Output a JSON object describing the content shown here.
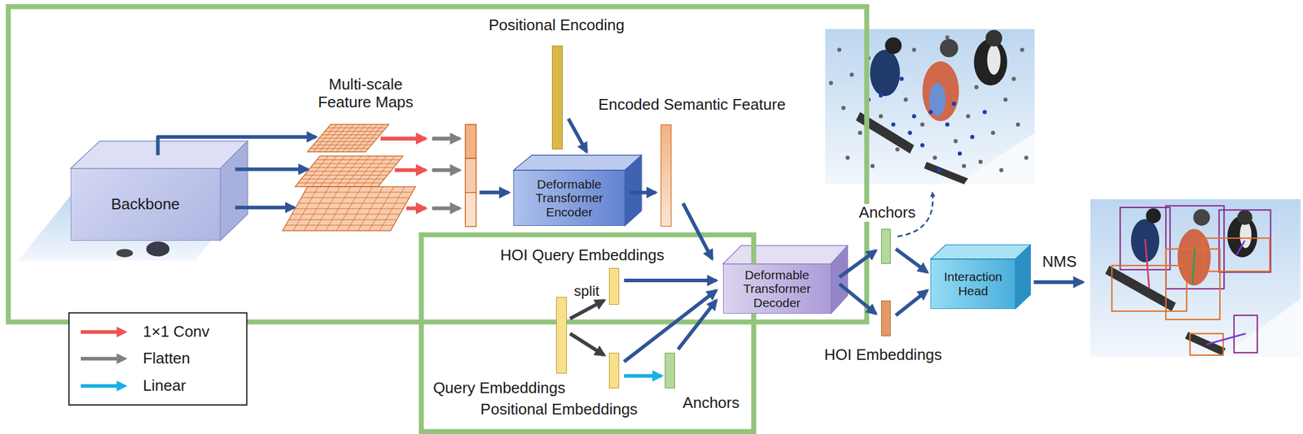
{
  "diagram": {
    "nodes": [
      {
        "text": [
          "Backbone"
        ]
      },
      {
        "text": [
          "Multi-scale Feature Maps"
        ]
      },
      {
        "text": [
          "Positional Encoding"
        ]
      },
      {
        "text": [
          "Deformable Transformer Encoder"
        ]
      },
      {
        "text": [
          "Encoded Semantic Feature"
        ]
      },
      {
        "text": [
          "HOI Query Embeddings"
        ]
      },
      {
        "text": [
          "Query Embeddings"
        ]
      },
      {
        "text": [
          "Positional Embeddings"
        ]
      },
      {
        "text": [
          "Anchors"
        ]
      },
      {
        "text": [
          "Deformable Transformer Decoder"
        ]
      },
      {
        "text": [
          "Anchors"
        ]
      },
      {
        "text": [
          "HOI Embeddings"
        ]
      },
      {
        "text": [
          "Interaction Head"
        ]
      }
    ],
    "edges": [
      {
        "from": 0,
        "to": 1,
        "arrow": "to"
      },
      {
        "from": 0,
        "to": 1,
        "arrow": "to"
      },
      {
        "from": 0,
        "to": 1,
        "arrow": "to"
      },
      {
        "from": 2,
        "to": 3,
        "arrow": "to"
      },
      {
        "from": 3,
        "to": 4,
        "arrow": "to"
      },
      {
        "from": 4,
        "to": 9,
        "arrow": "to"
      },
      {
        "from": 6,
        "to": 5,
        "arrow": "to"
      },
      {
        "from": 6,
        "to": 7,
        "arrow": "to"
      },
      {
        "from": 5,
        "to": 9,
        "arrow": "to"
      },
      {
        "from": 7,
        "to": 9,
        "arrow": "to"
      },
      {
        "from": 7,
        "to": 8,
        "arrow": "to"
      },
      {
        "from": 8,
        "to": 9,
        "arrow": "to"
      },
      {
        "from": 9,
        "to": 10,
        "arrow": "to"
      },
      {
        "from": 9,
        "to": 11,
        "arrow": "to"
      },
      {
        "from": 10,
        "to": 12,
        "arrow": "to"
      },
      {
        "from": 11,
        "to": 12,
        "arrow": "to"
      }
    ],
    "labels": [
      "split",
      "NMS"
    ],
    "legend": [
      {
        "text": "1×1 Conv",
        "color": "#f05252"
      },
      {
        "text": "Flatten",
        "color": "#808080"
      },
      {
        "text": "Linear",
        "color": "#17b0e6"
      }
    ]
  }
}
